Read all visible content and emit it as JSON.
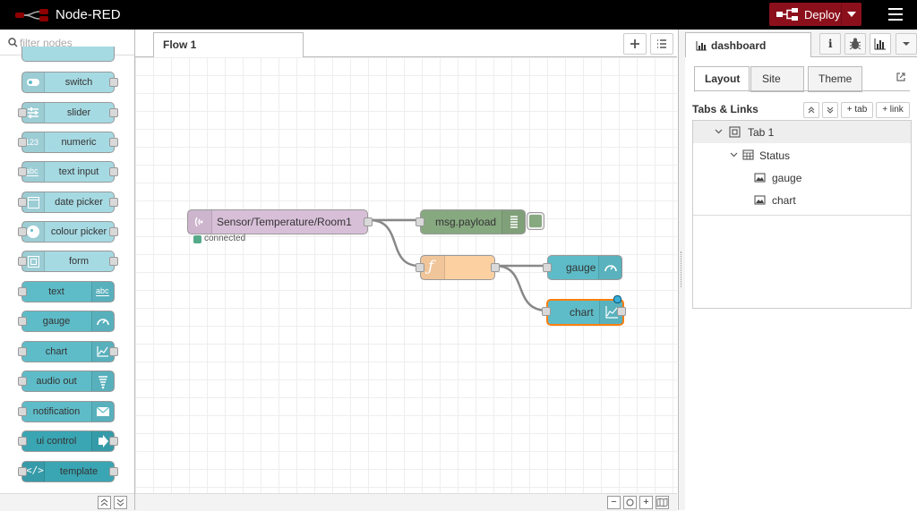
{
  "header": {
    "title": "Node-RED",
    "deploy_label": "Deploy"
  },
  "palette": {
    "search_placeholder": "filter nodes",
    "items": [
      {
        "label": "switch",
        "icon": "toggle-icon"
      },
      {
        "label": "slider",
        "icon": "sliders-icon"
      },
      {
        "label": "numeric",
        "icon": "123-icon"
      },
      {
        "label": "text input",
        "icon": "abc-icon"
      },
      {
        "label": "date picker",
        "icon": "calendar-icon"
      },
      {
        "label": "colour picker",
        "icon": "palette-icon"
      },
      {
        "label": "form",
        "icon": "form-icon"
      },
      {
        "label": "text",
        "icon": "abc-icon"
      },
      {
        "label": "gauge",
        "icon": "gauge-icon"
      },
      {
        "label": "chart",
        "icon": "chart-icon"
      },
      {
        "label": "audio out",
        "icon": "audio-icon"
      },
      {
        "label": "notification",
        "icon": "envelope-icon"
      },
      {
        "label": "ui control",
        "icon": "arrow-icon"
      },
      {
        "label": "template",
        "icon": "code-icon"
      }
    ],
    "text_123": "123",
    "text_abc": "abc"
  },
  "workspace": {
    "tab_label": "Flow 1",
    "nodes": {
      "mqtt_label": "Sensor/Temperature/Room1",
      "mqtt_status": "connected",
      "debug_label": "msg.payload",
      "function_symbol": "ƒ",
      "gauge_label": "gauge",
      "chart_label": "chart"
    },
    "zoom_out": "−",
    "zoom_in": "+"
  },
  "sidebar": {
    "tab_label": "dashboard",
    "info_symbol": "i",
    "subtabs": [
      "Layout",
      "Site",
      "Theme"
    ],
    "tabs_links_title": "Tabs & Links",
    "add_tab_label": "+ tab",
    "add_link_label": "+ link",
    "tree": {
      "tab": "Tab 1",
      "group": "Status",
      "widgets": [
        "gauge",
        "chart"
      ]
    }
  },
  "colors": {
    "header_bg": "#000000",
    "deploy_bg": "#8c101c",
    "dashboard_node": "#a6dae3",
    "mqtt_node": "#d8bfd8",
    "debug_node": "#87a980",
    "function_node": "#fdd0a2",
    "selected_border": "#ff7f0e",
    "status_green": "#5a8"
  }
}
